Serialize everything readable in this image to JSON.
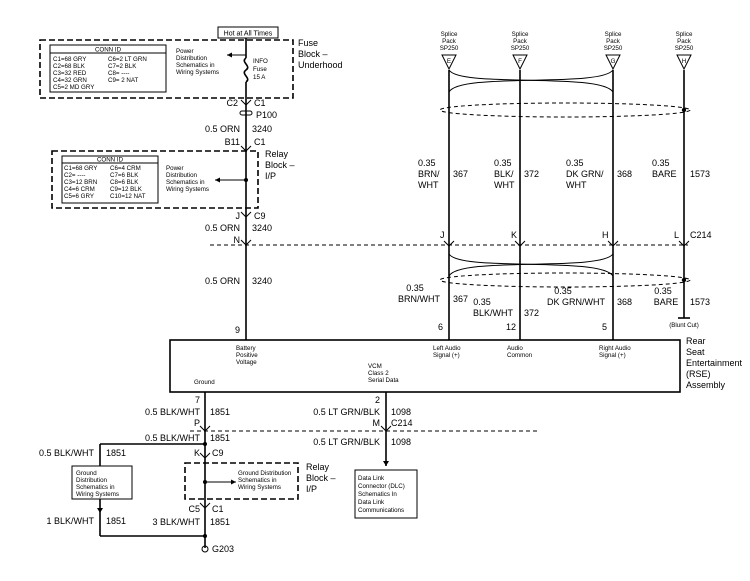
{
  "top": {
    "hot": "Hot at All Times"
  },
  "fuse": {
    "title": "CONN ID",
    "c1": "C1=68 GRY",
    "c2": "C2=68 BLK",
    "c3": "C3=32 RED",
    "c4": "C4=32 GRN",
    "c5": "C5=2 MD GRY",
    "c6": "C6=2 LT GRN",
    "c7": "C7=2 BLK",
    "c8": "C8= ----",
    "c9": "C9= 2 NAT",
    "pd1": "Power",
    "pd2": "Distribution",
    "pd3": "Schematics in",
    "pd4": "Wiring Systems",
    "info1": "INFO",
    "info2": "Fuse",
    "info3": "15 A",
    "lbl1": "Fuse",
    "lbl2": "Block –",
    "lbl3": "Underhood"
  },
  "relay1": {
    "title": "CONN ID",
    "c1": "C1=68 GRY",
    "c2": "C2= ----",
    "c3": "C3=12 BRN",
    "c4": "C4=6 CRM",
    "c5": "C5=6 GRY",
    "c6": "C6=4 CRM",
    "c7": "C7=6 BLK",
    "c8": "C8=6 BLK",
    "c9": "C9=12 BLK",
    "c10": "C10=12 NAT",
    "pd1": "Power",
    "pd2": "Distribution",
    "pd3": "Schematics in",
    "pd4": "Wiring Systems",
    "lbl1": "Relay",
    "lbl2": "Block –",
    "lbl3": "I/P"
  },
  "main": {
    "c2": "C2",
    "c1a": "C1",
    "p100": "P100",
    "orn1": "0.5 ORN",
    "n3240a": "3240",
    "b11": "B11",
    "c1b": "C1",
    "j": "J",
    "c9": "C9",
    "orn2": "0.5 ORN",
    "n3240b": "3240",
    "n": "N",
    "orn3": "0.5 ORN",
    "n3240c": "3240",
    "pin9": "9"
  },
  "splices": {
    "label1": "Splice",
    "label2": "Pack",
    "label3": "SP250",
    "e": "E",
    "f": "F",
    "g": "G",
    "h": "H"
  },
  "upper_wires": {
    "w1a": "0.35",
    "w1b": "BRN/",
    "w1c": "WHT",
    "w1n": "367",
    "w2a": "0.35",
    "w2b": "BLK/",
    "w2c": "WHT",
    "w2n": "372",
    "w3a": "0.35",
    "w3b": "DK GRN/",
    "w3c": "WHT",
    "w3n": "368",
    "w4a": "0.35",
    "w4b": "BARE",
    "w4n": "1573"
  },
  "c214_top": {
    "j": "J",
    "k": "K",
    "h": "H",
    "l": "L",
    "c214": "C214"
  },
  "lower_wires": {
    "w1a": "0.35",
    "w1b": "BRN/WHT",
    "w1n": "367",
    "w2a": "0.35",
    "w2b": "BLK/WHT",
    "w2n": "372",
    "w3a": "0.35",
    "w3b": "DK GRN/WHT",
    "w3n": "368",
    "w4a": "0.35",
    "w4b": "BARE",
    "w4n": "1573",
    "blunt": "(Blunt Cut)"
  },
  "rse": {
    "pin6": "6",
    "pin12": "12",
    "pin5": "5",
    "batt1": "Battery",
    "batt2": "Positive",
    "batt3": "Voltage",
    "la1": "Left Audio",
    "la2": "Signal (+)",
    "ac1": "Audio",
    "ac2": "Common",
    "ra1": "Right Audio",
    "ra2": "Signal (+)",
    "vcm1": "VCM",
    "vcm2": "Class 2",
    "vcm3": "Serial Data",
    "gnd": "Ground",
    "lbl1": "Rear",
    "lbl2": "Seat",
    "lbl3": "Entertainment",
    "lbl4": "(RSE)",
    "lbl5": "Assembly"
  },
  "ground": {
    "pin7": "7",
    "w1": "0.5 BLK/WHT",
    "n1851a": "1851",
    "p": "P",
    "w2": "0.5 BLK/WHT",
    "n1851b": "1851",
    "k": "K",
    "c9": "C9",
    "w3": "0.5 BLK/WHT",
    "n1851c": "1851",
    "gd1": "Ground",
    "gd2": "Distribution",
    "gd3": "Schematics in",
    "gd4": "Wiring Systems",
    "rgd1": "Ground Distribution",
    "rgd2": "Schematics in",
    "rgd3": "Wiring Systems",
    "rlbl1": "Relay",
    "rlbl2": "Block –",
    "rlbl3": "I/P",
    "c5": "C5",
    "c1": "C1",
    "w4": "1 BLK/WHT",
    "n1851d": "1851",
    "w5": "3 BLK/WHT",
    "n1851e": "1851",
    "g203": "G203"
  },
  "serial": {
    "pin2": "2",
    "w1": "0.5 LT GRN/BLK",
    "n1098a": "1098",
    "m": "M",
    "c214": "C214",
    "w2": "0.5 LT GRN/BLK",
    "n1098b": "1098",
    "dlc1": "Data Link",
    "dlc2": "Connector (DLC)",
    "dlc3": "Schematics In",
    "dlc4": "Data Link",
    "dlc5": "Communications"
  }
}
